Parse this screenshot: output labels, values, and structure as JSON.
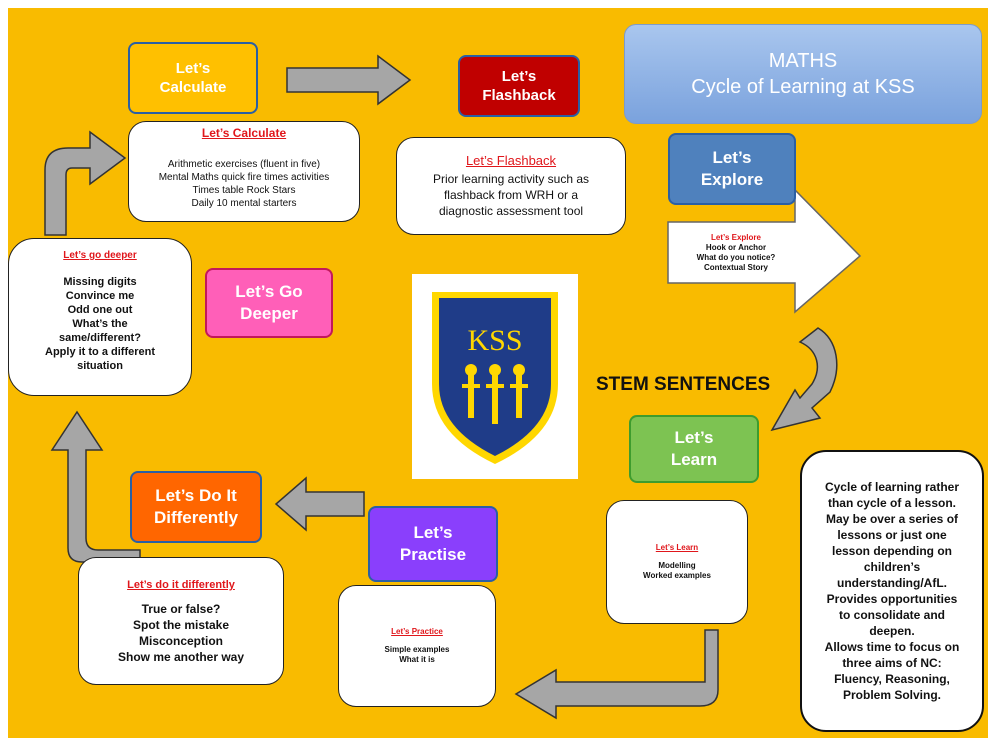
{
  "title": {
    "line1": "MATHS",
    "line2": "Cycle of Learning at KSS"
  },
  "stages": {
    "calculate": "Let’s Calculate",
    "flashback": "Let’s Flashback",
    "explore": "Let’s Explore",
    "learn": "Let’s Learn",
    "practise": "Let’s Practise",
    "differently": "Let’s Do It Differently",
    "deeper": "Let’s Go Deeper"
  },
  "cards": {
    "calculate": {
      "title": "Let’s Calculate",
      "lines": [
        "Arithmetic exercises (fluent in five)",
        "Mental Maths quick fire times activities",
        "Times table Rock Stars",
        "Daily 10 mental starters"
      ]
    },
    "flashback": {
      "title": "Let’s Flashback",
      "lines": [
        "Prior learning activity such as",
        "flashback from WRH or a",
        "diagnostic assessment tool"
      ]
    },
    "explore": {
      "title": "Let’s Explore",
      "lines": [
        "Hook or Anchor",
        "What do you notice?",
        "Contextual Story"
      ]
    },
    "learn": {
      "title": "Let’s Learn",
      "lines": [
        "Modelling",
        "Worked examples"
      ]
    },
    "practice": {
      "title": "Let’s Practice",
      "lines": [
        "Simple examples",
        "What it is"
      ]
    },
    "differently": {
      "title": "Let’s do it differently",
      "lines": [
        "True or false?",
        "Spot the mistake",
        "Misconception",
        "Show me another way"
      ]
    },
    "deeper": {
      "title": "Let’s go deeper",
      "lines": [
        "Missing digits",
        "Convince me",
        "Odd one out",
        "What’s the",
        "same/different?",
        "Apply it to a different",
        "situation"
      ]
    }
  },
  "stem_sentences": "STEM SENTENCES",
  "note_lines": [
    "Cycle of learning rather",
    "than cycle of a lesson.",
    "May be over a series of",
    "lessons or just one",
    "lesson depending on",
    "children’s",
    "understanding/AfL.",
    "Provides opportunities",
    "to consolidate and",
    "deepen.",
    "Allows time to focus on",
    "three aims of NC:",
    "Fluency, Reasoning,",
    "Problem Solving."
  ],
  "logo": {
    "text": "KSS"
  },
  "colors": {
    "background": "#f9bb00",
    "calculate": "#ffc000",
    "flashback": "#c00000",
    "explore": "#4f81bd",
    "learn": "#7dc352",
    "practise": "#8a3ffc",
    "differently": "#ff6600",
    "deeper": "#ff5fb8",
    "title": "#8fb4e3",
    "arrow": "#a6a6a6",
    "shield": "#1f3c88",
    "shield_border": "#ffd700"
  }
}
